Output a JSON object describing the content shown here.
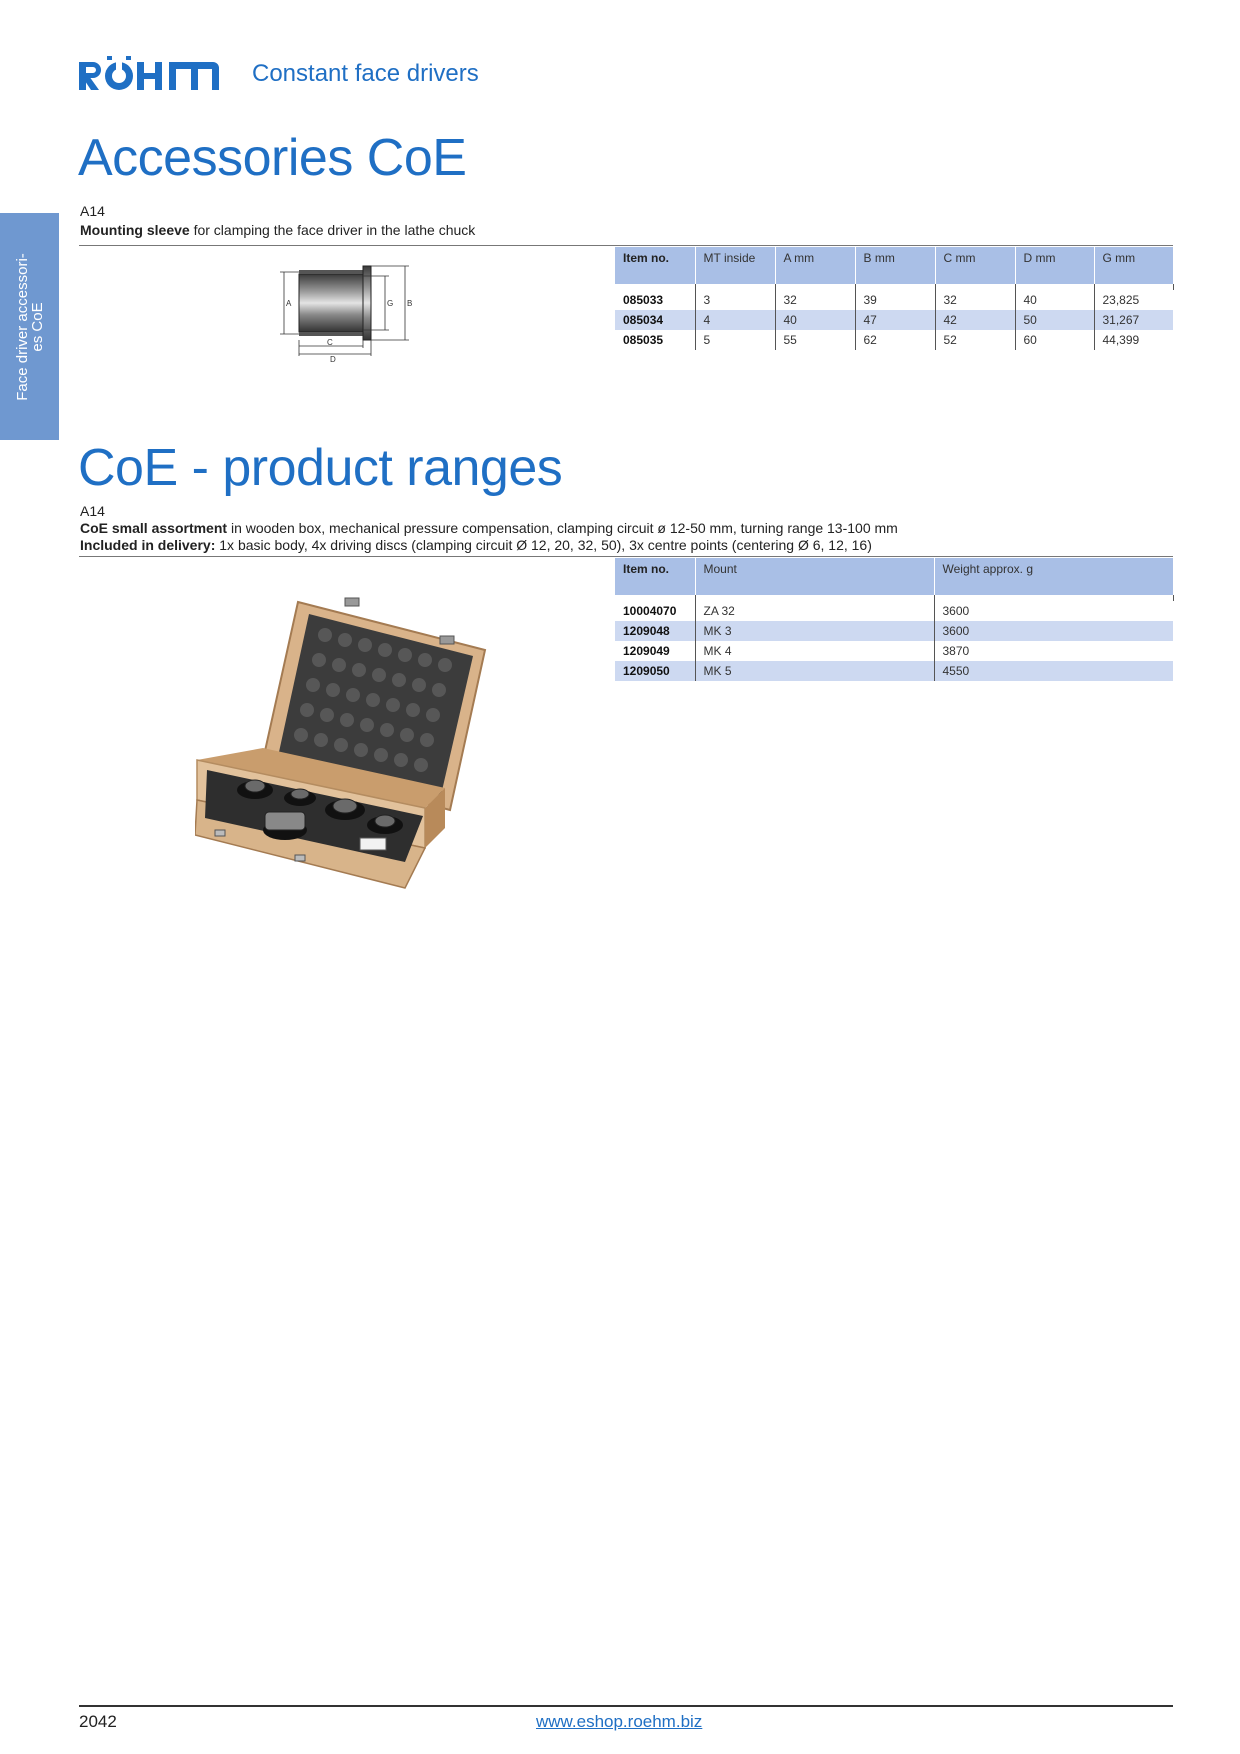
{
  "header": {
    "brand": "RÖHM",
    "subtitle": "Constant face drivers"
  },
  "side_tab": {
    "line1": "Face driver accessori-",
    "line2": "es CoE"
  },
  "section1": {
    "title": "Accessories CoE",
    "code": "A14",
    "desc_bold": "Mounting sleeve",
    "desc_rest": " for clamping the face driver in the lathe chuck",
    "diagram_labels": {
      "a": "A",
      "g": "G",
      "b": "B",
      "c": "C",
      "d": "D"
    },
    "table": {
      "headers": [
        "Item no.",
        "MT inside",
        "A mm",
        "B mm",
        "C mm",
        "D mm",
        "G mm"
      ],
      "rows": [
        [
          "085033",
          "3",
          "32",
          "39",
          "32",
          "40",
          "23,825"
        ],
        [
          "085034",
          "4",
          "40",
          "47",
          "42",
          "50",
          "31,267"
        ],
        [
          "085035",
          "5",
          "55",
          "62",
          "52",
          "60",
          "44,399"
        ]
      ]
    }
  },
  "section2": {
    "title": "CoE - product ranges",
    "code": "A14",
    "desc1_bold": "CoE small assortment",
    "desc1_rest": " in wooden box, mechanical pressure compensation, clamping circuit ø 12-50 mm, turning range 13-100 mm",
    "desc2_bold": "Included in delivery:",
    "desc2_rest": " 1x basic body, 4x driving discs (clamping circuit Ø 12, 20, 32, 50), 3x centre points (centering Ø 6, 12, 16)",
    "table": {
      "headers": [
        "Item no.",
        "Mount",
        "Weight approx. g"
      ],
      "rows": [
        [
          "10004070",
          "ZA 32",
          "3600"
        ],
        [
          "1209048",
          "MK 3",
          "3600"
        ],
        [
          "1209049",
          "MK 4",
          "3870"
        ],
        [
          "1209050",
          "MK 5",
          "4550"
        ]
      ]
    }
  },
  "footer": {
    "page_number": "2042",
    "link": "www.eshop.roehm.biz"
  },
  "colors": {
    "brand_blue": "#1f6fc4",
    "tab_blue": "#6f98d0",
    "table_header": "#a9bfe6",
    "table_alt_row": "#cdd9f1"
  }
}
